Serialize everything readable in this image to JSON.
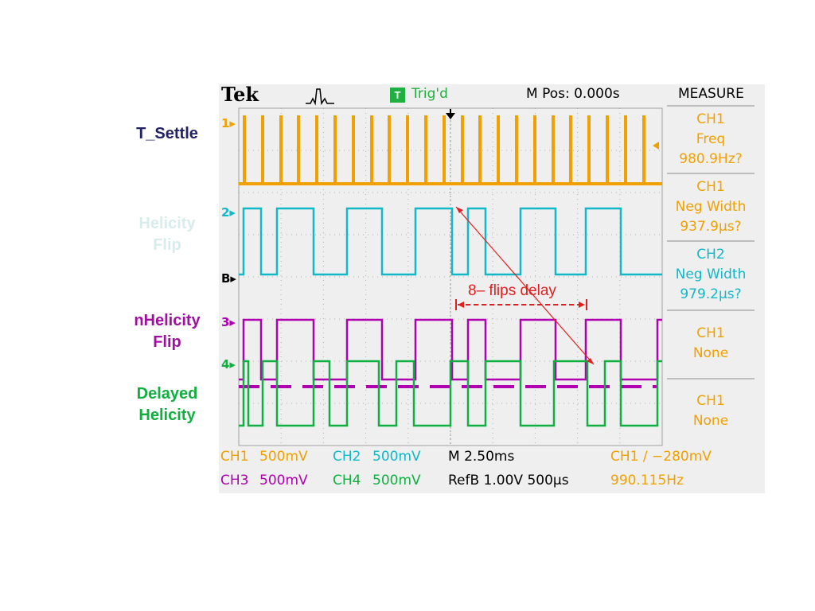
{
  "labels": {
    "t_settle": "T_Settle",
    "helicity_1": "Helicity",
    "helicity_2": "Flip",
    "nhelicity_1": "nHelicity",
    "nhelicity_2": "Flip",
    "delayed_1": "Delayed",
    "delayed_2": "Helicity"
  },
  "header": {
    "brand": "Tek",
    "trig_icon": "T",
    "trig_status": "Trig'd",
    "m_pos": "M Pos: 0.000s"
  },
  "measure": {
    "title": "MEASURE",
    "items": [
      {
        "line1": "CH1",
        "line2": "Freq",
        "line3": "980.9Hz?",
        "color": "#f0a000"
      },
      {
        "line1": "CH1",
        "line2": "Neg Width",
        "line3": "937.9µs?",
        "color": "#f0a000"
      },
      {
        "line1": "CH2",
        "line2": "Neg Width",
        "line3": "979.2µs?",
        "color": "#10b8c8"
      },
      {
        "line1": "CH1",
        "line2": "None",
        "color": "#f0a000"
      },
      {
        "line1": "CH1",
        "line2": "None",
        "color": "#f0a000"
      }
    ]
  },
  "channel_markers": {
    "ch1": "1▸",
    "ch2": "2▸",
    "refb": "B▸",
    "ch3": "3▸",
    "ch4": "4▸"
  },
  "bottom": {
    "ch1": "CH1",
    "ch1_v": "500mV",
    "ch2": "CH2",
    "ch2_v": "500mV",
    "ch3": "CH3",
    "ch3_v": "500mV",
    "ch4": "CH4",
    "ch4_v": "500mV",
    "time": "M 2.50ms",
    "refb": "RefB 1.00V 500µs",
    "trig": "CH1 ∕ −280mV",
    "freq": "990.115Hz"
  },
  "annotation": "8– flips delay",
  "colors": {
    "ch1": "#f0a000",
    "ch2": "#10b8c8",
    "ch3": "#b000b0",
    "ch4": "#10b040",
    "annot": "#e02020"
  }
}
